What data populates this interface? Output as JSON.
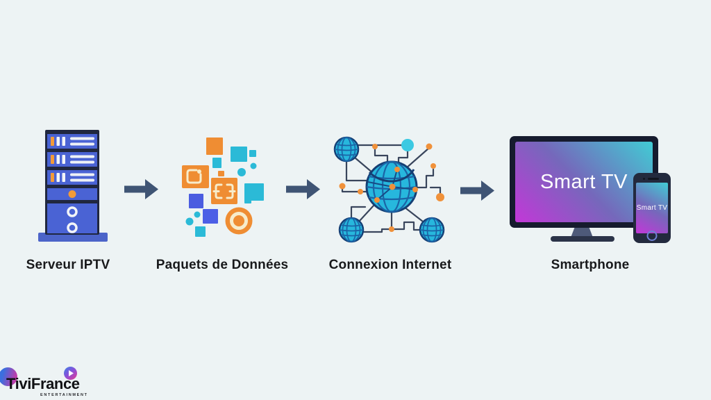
{
  "page": {
    "background": "#edf3f4",
    "description_type": "iptv-streaming-flow-diagram"
  },
  "flow": {
    "steps": [
      {
        "id": "server",
        "label": "Serveur IPTV",
        "icon": "server-icon"
      },
      {
        "id": "packets",
        "label": "Paquets de Données",
        "icon": "data-packets-icon"
      },
      {
        "id": "internet",
        "label": "Connexion Internet",
        "icon": "internet-network-icon"
      },
      {
        "id": "devices",
        "label": "Smartphone",
        "icon": "smart-tv-smartphone-icon"
      }
    ]
  },
  "devices": {
    "tv_screen_text": "Smart TV",
    "phone_screen_text": "Smart TV"
  },
  "logo": {
    "brand": "TiviFrance",
    "subtitle": "ENTERTAINMENT"
  },
  "colors": {
    "background": "#edf3f4",
    "arrow": "#3f5474",
    "server_blue": "#4a63d4",
    "server_navy": "#20273f",
    "accent_orange": "#f0913a",
    "packet_orange": "#ef8d33",
    "packet_teal": "#2bbad7",
    "packet_blue": "#4a5ce0",
    "network_line": "#39455c",
    "globe_fill": "#27b7dd",
    "globe_grid": "#1b64a6",
    "globe_outline": "#153f74",
    "screen_gradient_magenta": "#c337d8",
    "screen_gradient_indigo": "#7568bb",
    "screen_gradient_cyan": "#41ccd4",
    "label_text": "#18191b"
  }
}
